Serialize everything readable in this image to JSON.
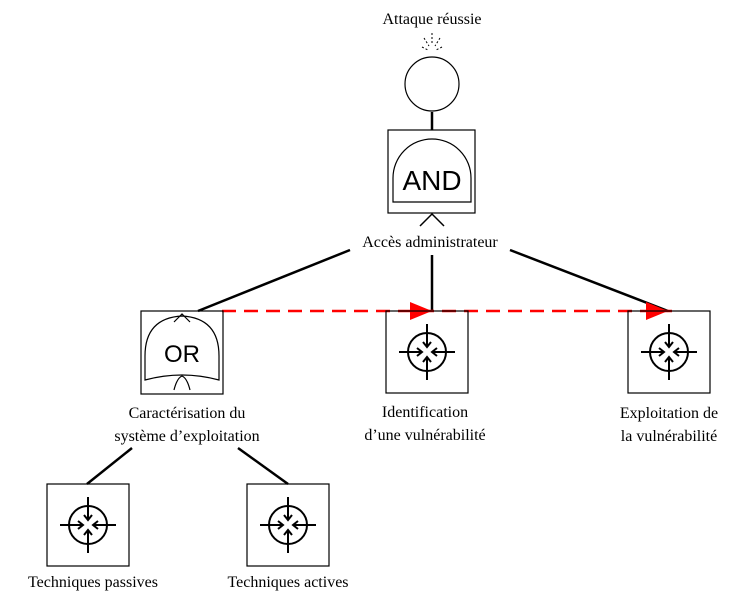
{
  "root": {
    "label": "Attaque réussie"
  },
  "and_gate": {
    "gate_label": "AND",
    "output_label": "Accès administrateur"
  },
  "or_gate": {
    "gate_label": "OR",
    "output_label_line1": "Caractérisation du",
    "output_label_line2": "système d’exploitation"
  },
  "leaves": {
    "identification_line1": "Identification",
    "identification_line2": "d’une vulnérabilité",
    "exploitation_line1": "Exploitation de",
    "exploitation_line2": "la vulnérabilité",
    "passive": "Techniques passives",
    "active": "Techniques actives"
  },
  "colors": {
    "line": "#000000",
    "sequence_arrow": "#ff0000",
    "background": "#ffffff"
  }
}
